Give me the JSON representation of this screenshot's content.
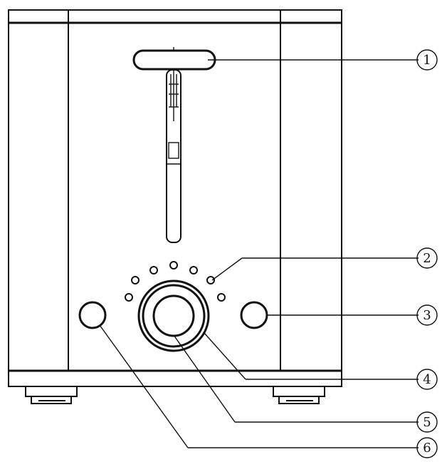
{
  "callouts": [
    {
      "id": 1,
      "label": "1"
    },
    {
      "id": 2,
      "label": "2"
    },
    {
      "id": 3,
      "label": "3"
    },
    {
      "id": 4,
      "label": "4"
    },
    {
      "id": 5,
      "label": "5"
    },
    {
      "id": 6,
      "label": "6"
    }
  ]
}
